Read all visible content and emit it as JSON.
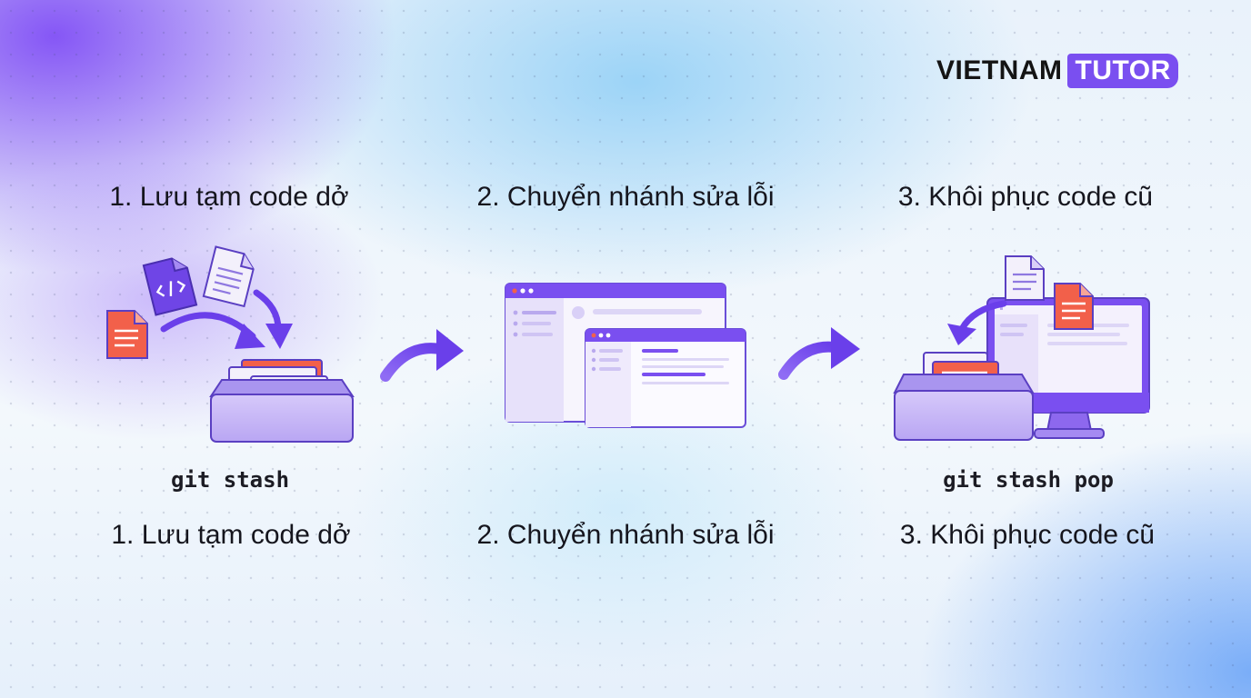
{
  "brand": {
    "word": "VIETNAM",
    "badge": "TUTOR"
  },
  "steps": [
    {
      "title": "1. Lưu tạm code dở",
      "command": "git stash",
      "caption": "1. Lưu tạm code dở"
    },
    {
      "title": "2. Chuyển nhánh sửa lỗi",
      "command": "",
      "caption": "2. Chuyển nhánh sửa lỗi"
    },
    {
      "title": "3. Khôi phục code cũ",
      "command": "git stash pop",
      "caption": "3. Khôi phục code cũ"
    }
  ],
  "icons": {
    "code_file": "code-file-icon",
    "red_file": "document-icon",
    "white_file": "document-icon",
    "stash_tray": "inbox-tray-icon",
    "browser_windows": "browser-window-icon",
    "monitor": "monitor-icon",
    "arrow": "curved-arrow-icon"
  },
  "colors": {
    "accent": "#7a4ff0",
    "accent_light": "#c9b9f7",
    "tray": "#c8b8f6",
    "outline": "#5a3fc2",
    "file_red": "#f2604a",
    "file_white": "#f3f0fb",
    "text": "#15151d"
  }
}
